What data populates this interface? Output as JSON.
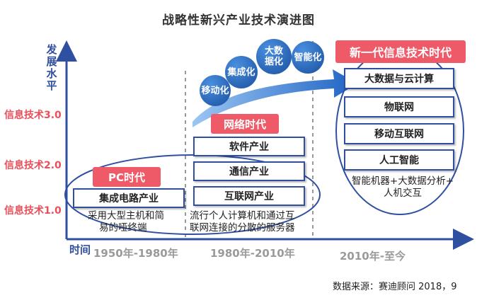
{
  "title": "战略性新兴产业技术演进图",
  "y_axis_title": "发展水平",
  "x_axis_title": "时间",
  "levels": [
    "信息技术3.0",
    "信息技术2.0",
    "信息技术1.0"
  ],
  "eras": [
    "1950年-1980年",
    "1980年-2010年",
    "2010年-至今"
  ],
  "pc_era": {
    "tag": "PC时代",
    "box": "集成电路产业",
    "desc": [
      "采用大型主机和简",
      "易的哑终端"
    ]
  },
  "network_era": {
    "tag": "网络时代",
    "boxes": [
      "软件产业",
      "通信产业",
      "互联网产业"
    ],
    "desc": [
      "流行个人计算机和通过互",
      "联网连接的分散的服务器"
    ]
  },
  "new_era": {
    "tag": "新一代信息技术时代",
    "boxes": [
      "大数据与云计算",
      "物联网",
      "移动互联网",
      "人工智能"
    ],
    "desc": [
      "智能机器+大数据分析+",
      "人机交互"
    ]
  },
  "arrow_bubbles": [
    "移动化",
    "集成化",
    "大数据化",
    "智能化"
  ],
  "source": "数据来源：赛迪顾问 2018，9",
  "colors": {
    "accent_red": "#ef5a68",
    "axis_blue": "#2f4fa0",
    "arrow_blue": "#2a6fc9"
  }
}
